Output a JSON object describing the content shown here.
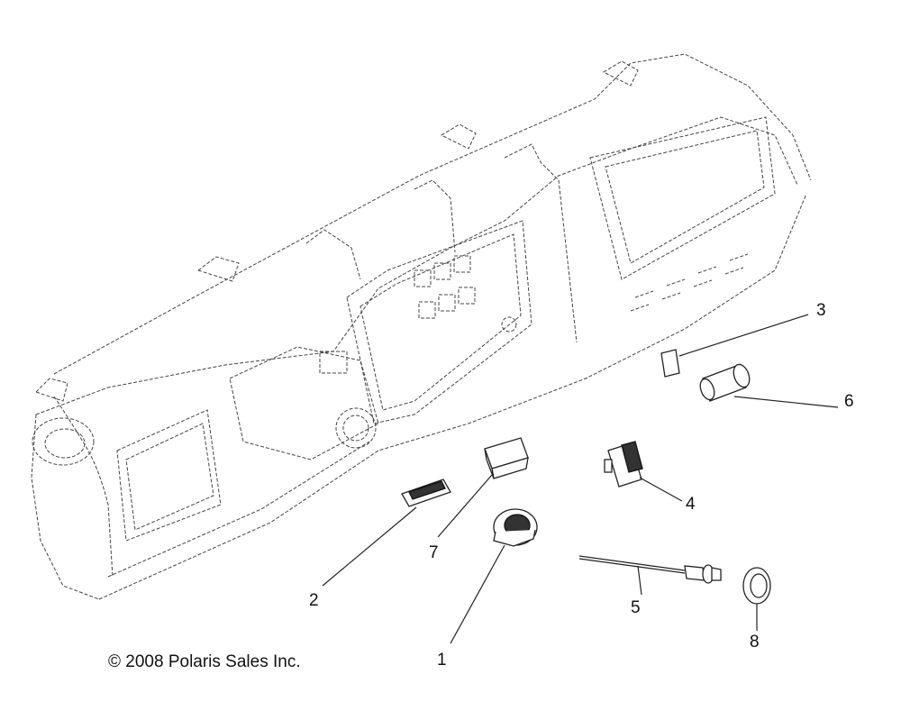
{
  "callouts": {
    "c1": "1",
    "c2": "2",
    "c3": "3",
    "c4": "4",
    "c5": "5",
    "c6": "6",
    "c7": "7",
    "c8": "8"
  },
  "copyright": "© 2008 Polaris Sales Inc."
}
